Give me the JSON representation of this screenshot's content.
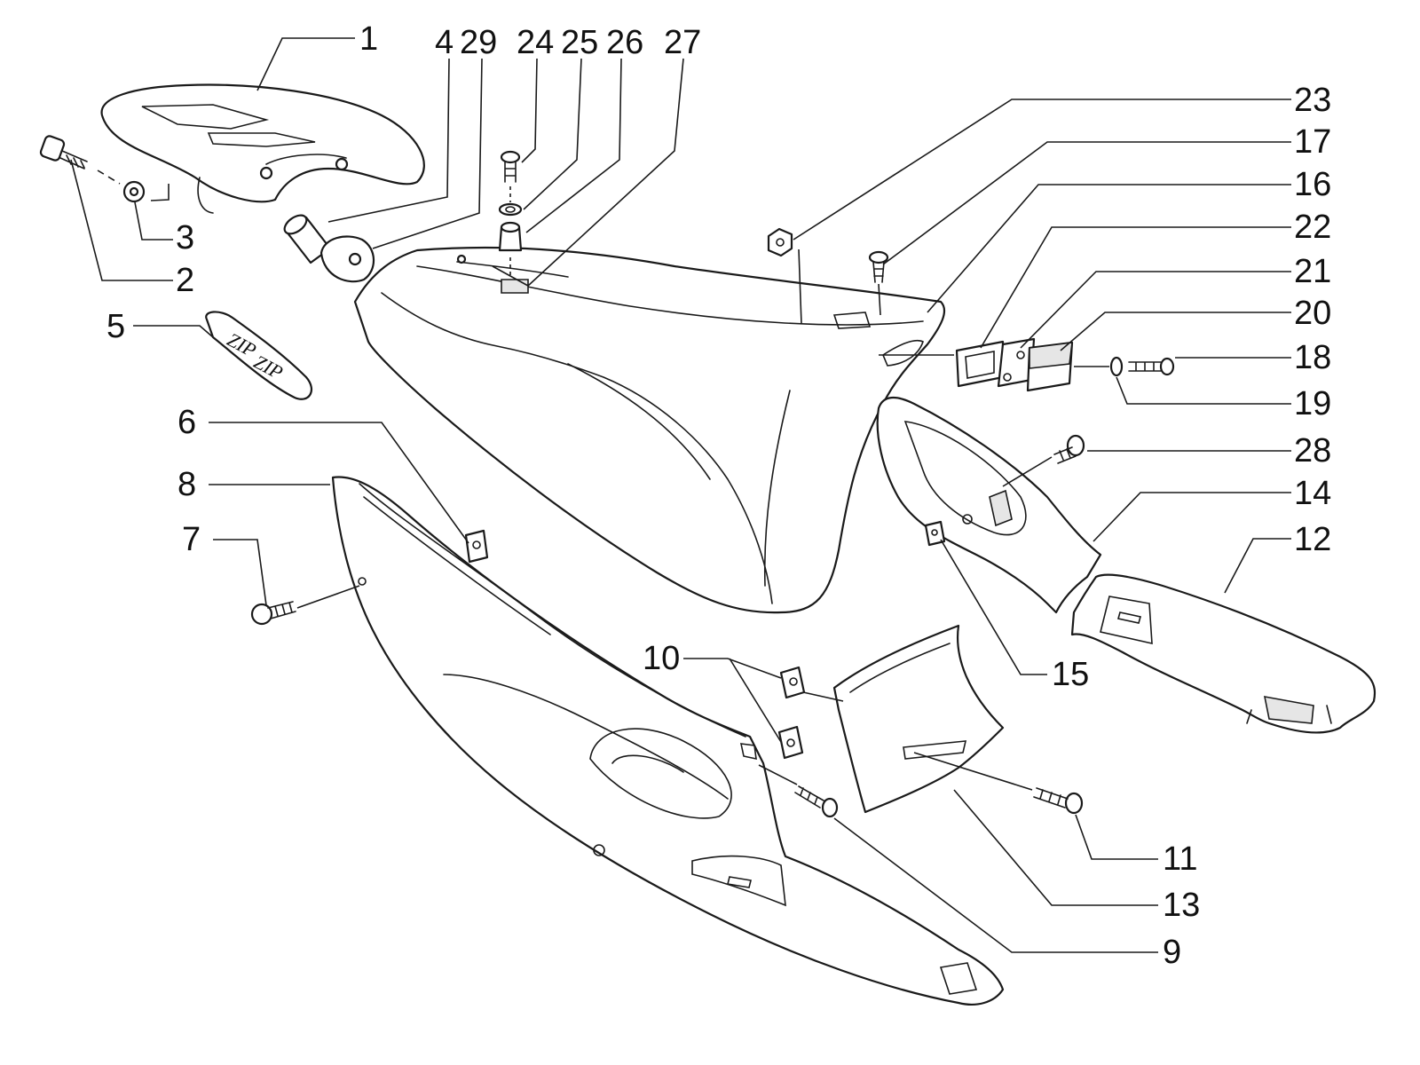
{
  "callouts": [
    "1",
    "2",
    "3",
    "4",
    "5",
    "6",
    "7",
    "8",
    "9",
    "10",
    "11",
    "12",
    "13",
    "14",
    "15",
    "16",
    "17",
    "18",
    "19",
    "20",
    "21",
    "22",
    "23",
    "24",
    "25",
    "26",
    "27",
    "28",
    "29"
  ],
  "logo": {
    "text_a": "ZIP",
    "text_b": "ZIP"
  }
}
